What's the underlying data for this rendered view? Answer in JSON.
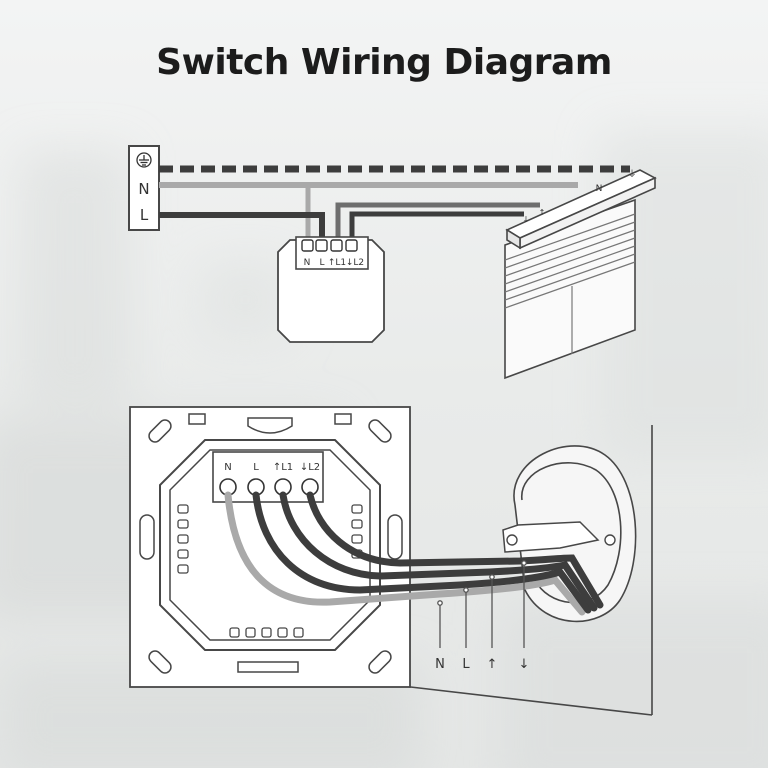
{
  "title": "Switch Wiring Diagram",
  "power_supply": {
    "earth_symbol": "earth-ground-icon",
    "labels": [
      "N",
      "L"
    ]
  },
  "module": {
    "terminals": [
      "N",
      "L",
      "↑L1",
      "↓L2"
    ]
  },
  "switch_plate": {
    "terminals": [
      "N",
      "L",
      "↑L1",
      "↓L2"
    ]
  },
  "blind_motor": {
    "terminals": [
      "↓",
      "↑",
      "N",
      "⏚"
    ]
  },
  "output_legend": [
    "N",
    "L",
    "↑",
    "↓"
  ],
  "colors": {
    "wire_dark": "#3d3d3d",
    "wire_mid": "#6e6e6e",
    "wire_light": "#a9a9a9",
    "outline": "#474747"
  }
}
